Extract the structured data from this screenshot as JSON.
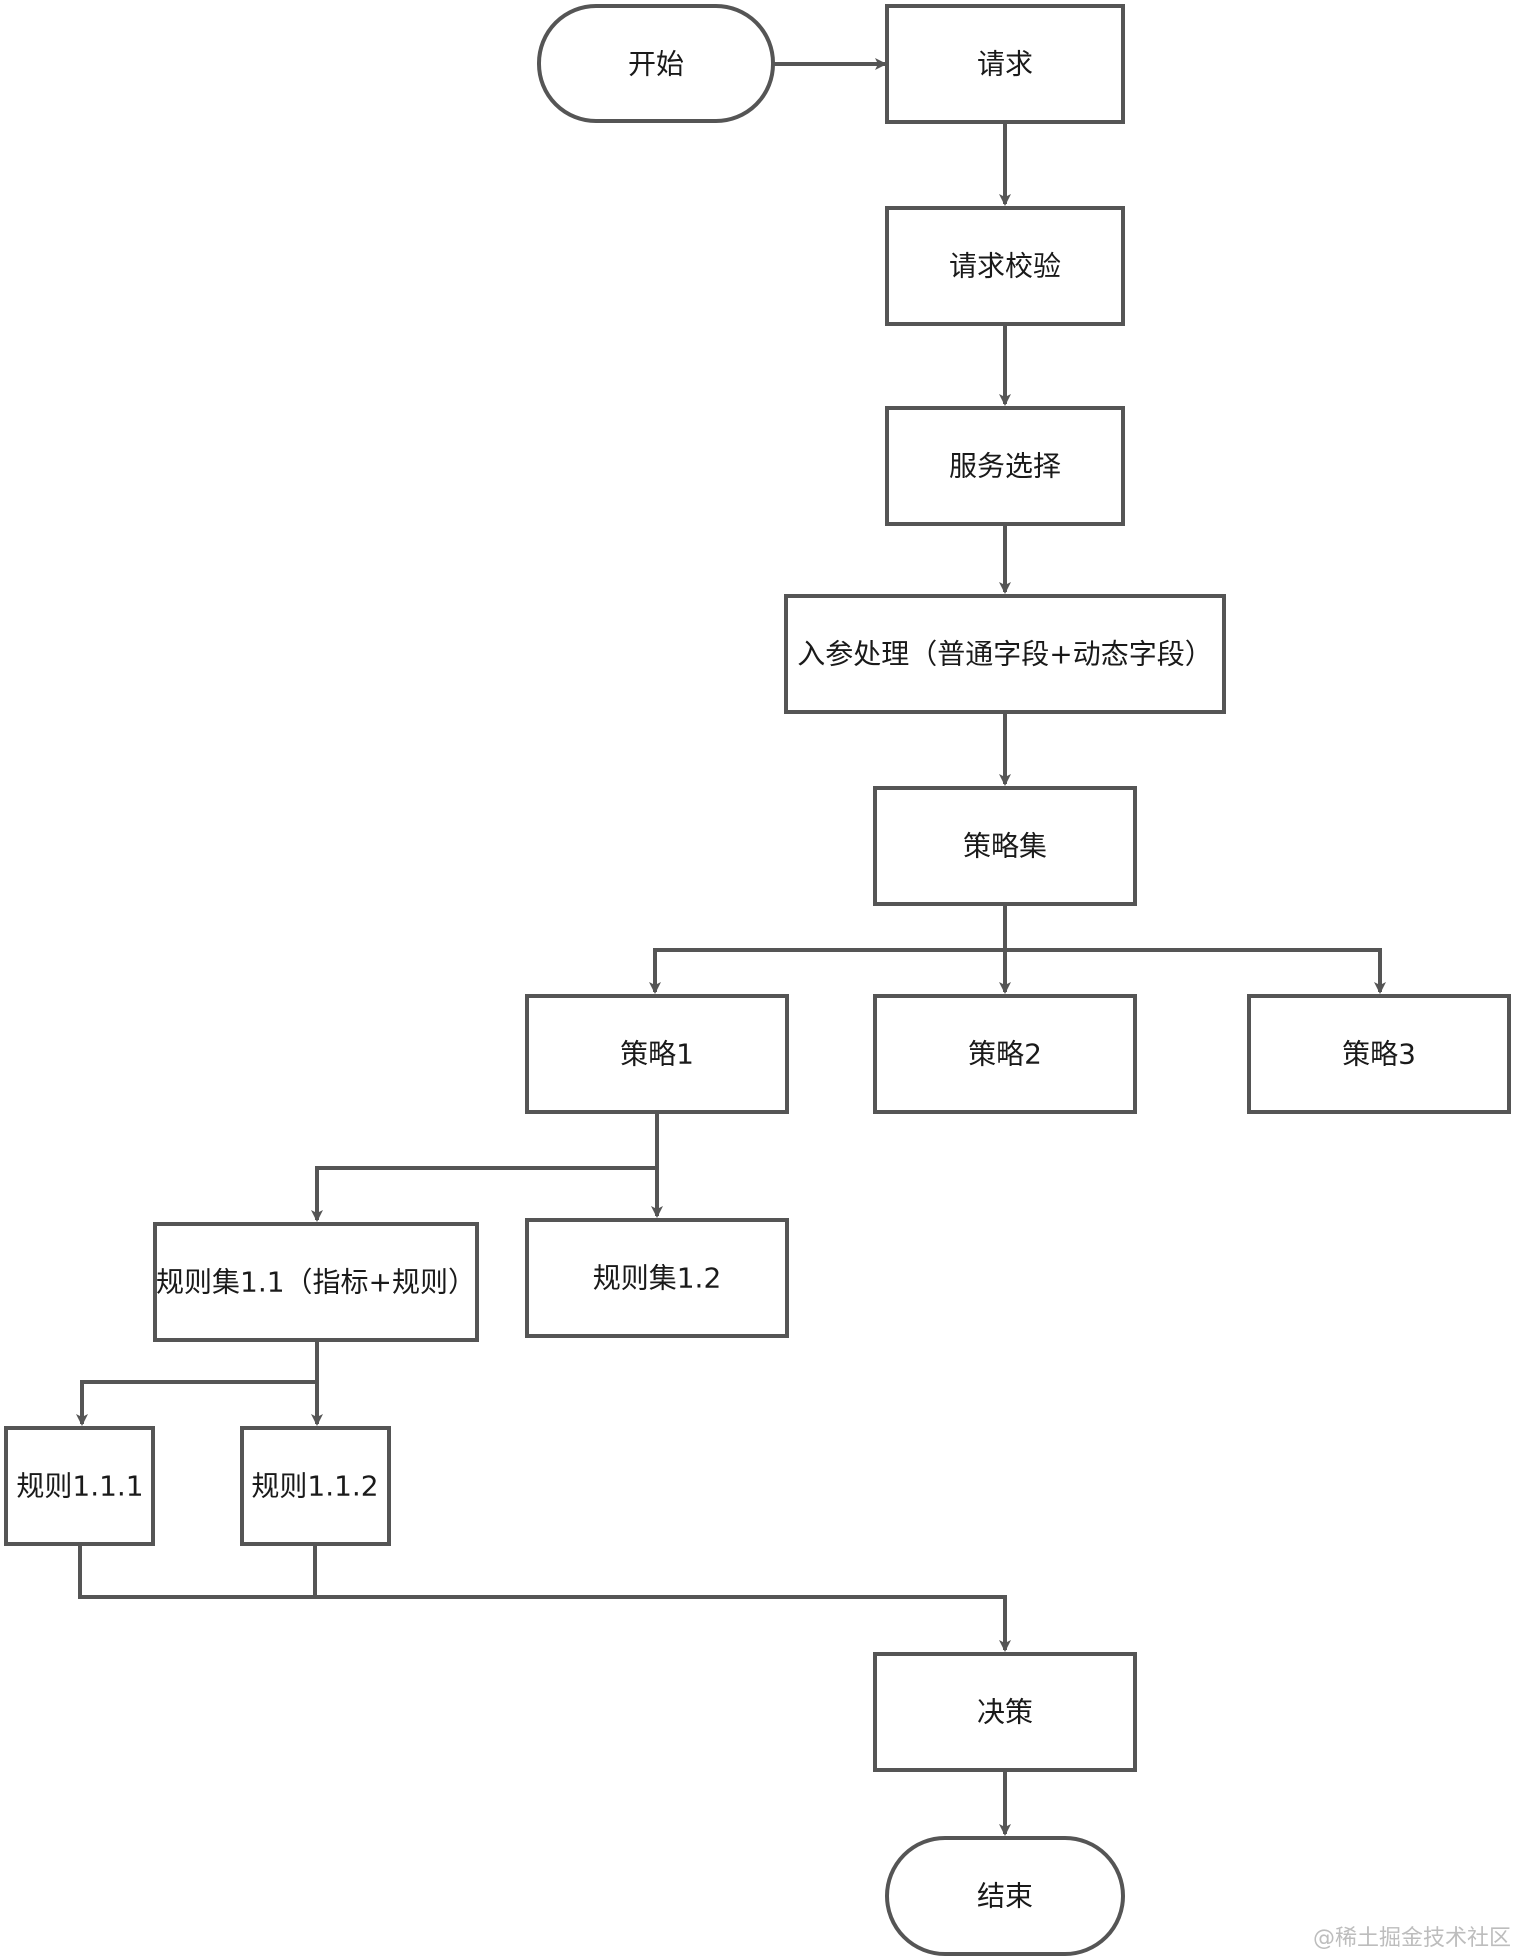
{
  "nodes": {
    "start": "开始",
    "request": "请求",
    "request_check": "请求校验",
    "service_select": "服务选择",
    "param_process": "入参处理（普通字段+动态字段）",
    "strategy_set": "策略集",
    "strategy1": "策略1",
    "strategy2": "策略2",
    "strategy3": "策略3",
    "ruleset_1_1": "规则集1.1（指标+规则）",
    "ruleset_1_2": "规则集1.2",
    "rule_1_1_1": "规则1.1.1",
    "rule_1_1_2": "规则1.1.2",
    "decision": "决策",
    "end": "结束"
  },
  "watermark": "@稀土掘金技术社区",
  "colors": {
    "stroke": "#555555",
    "text": "#1a1a1a",
    "background": "#ffffff"
  }
}
